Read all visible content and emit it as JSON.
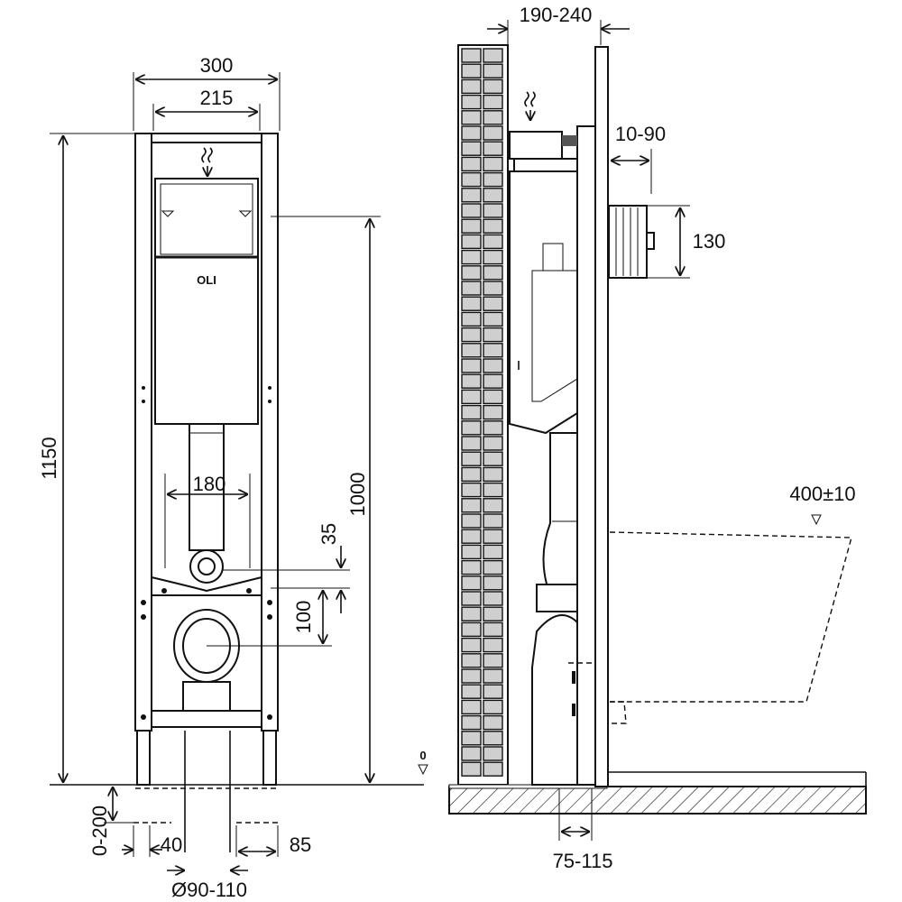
{
  "dimensions": {
    "frame_width": "300",
    "inner_width": "215",
    "total_height": "1150",
    "flush_height": "1000",
    "drain_spacing": "180",
    "offset_35": "35",
    "offset_100": "100",
    "adjust_height": "0-200",
    "left_offset": "40",
    "right_offset": "85",
    "drain_diameter": "Ø90-110",
    "wall_depth": "190-240",
    "panel_adjust": "10-90",
    "flush_plate": "130",
    "bowl_height": "400±10",
    "floor_depth": "75-115",
    "floor_level": "0"
  },
  "labels": {
    "tank_label": "OLI"
  }
}
